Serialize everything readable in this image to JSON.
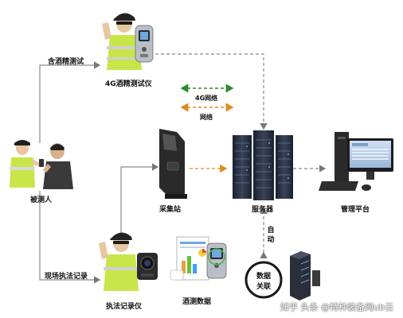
{
  "labels": {
    "breath_test": "含酒精测试",
    "alcohol_tester": "4G酒精测试仪",
    "net_4g": "4G网络",
    "net": "网络",
    "subject": "被测人",
    "collection_station": "采集站",
    "server": "服务器",
    "management_platform": "管理平台",
    "auto": "自动",
    "field_record": "现场执法记录",
    "recorder": "执法记录仪",
    "alcohol_data": "酒测数据",
    "data_link_line1": "数据",
    "data_link_line2": "关联"
  },
  "watermark": "知乎 头条 @特种装备网ub云",
  "colors": {
    "green_arrow": "#2e8b2e",
    "orange_arrow": "#e08a1e",
    "flow_line": "#8a8a8a",
    "dashed_line": "#888888"
  }
}
